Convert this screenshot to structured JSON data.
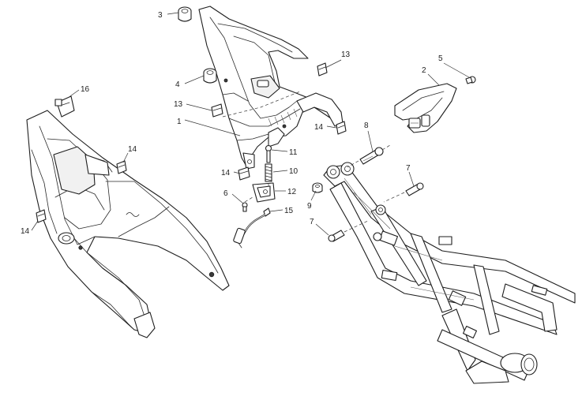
{
  "callouts": [
    {
      "id": "c3",
      "text": "3"
    },
    {
      "id": "c4",
      "text": "4"
    },
    {
      "id": "c13a",
      "text": "13"
    },
    {
      "id": "c1",
      "text": "1"
    },
    {
      "id": "c13b",
      "text": "13"
    },
    {
      "id": "c2",
      "text": "2"
    },
    {
      "id": "c5",
      "text": "5"
    },
    {
      "id": "c16",
      "text": "16"
    },
    {
      "id": "c14a",
      "text": "14"
    },
    {
      "id": "c14b",
      "text": "14"
    },
    {
      "id": "c14c",
      "text": "14"
    },
    {
      "id": "c14d",
      "text": "14"
    },
    {
      "id": "c8",
      "text": "8"
    },
    {
      "id": "c11",
      "text": "11"
    },
    {
      "id": "c10",
      "text": "10"
    },
    {
      "id": "c12",
      "text": "12"
    },
    {
      "id": "c6",
      "text": "6"
    },
    {
      "id": "c15",
      "text": "15"
    },
    {
      "id": "c9",
      "text": "9"
    },
    {
      "id": "c7a",
      "text": "7"
    },
    {
      "id": "c7b",
      "text": "7"
    }
  ]
}
